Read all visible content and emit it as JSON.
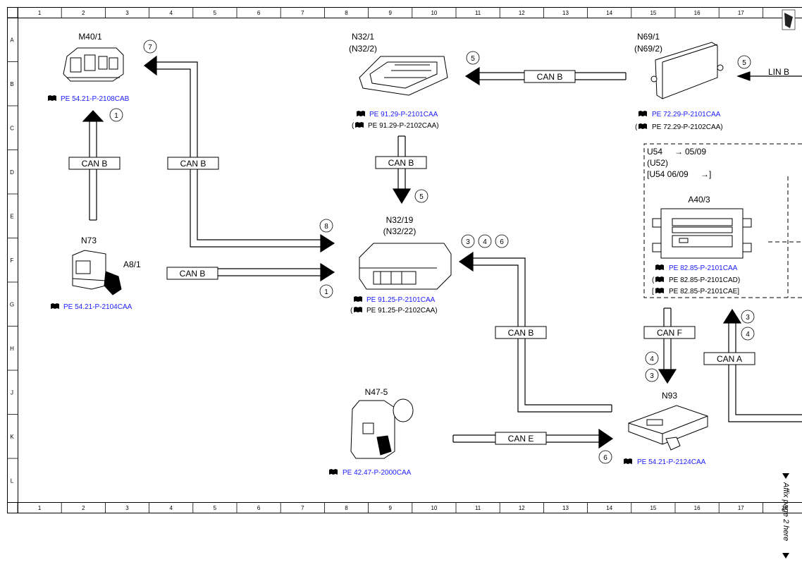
{
  "grid": {
    "columns": [
      "1",
      "2",
      "3",
      "4",
      "5",
      "6",
      "7",
      "8",
      "9",
      "10",
      "11",
      "12",
      "13",
      "14",
      "15",
      "16",
      "17",
      "18"
    ],
    "rows": [
      "A",
      "B",
      "C",
      "D",
      "E",
      "F",
      "G",
      "H",
      "J",
      "K",
      "L"
    ]
  },
  "components": {
    "m40_1": {
      "label": "M40/1",
      "ref": "PE 54.21-P-2108CAB"
    },
    "n73": {
      "label": "N73",
      "sub_label": "A8/1",
      "ref": "PE 54.21-P-2104CAA"
    },
    "n32_1": {
      "label": "N32/1",
      "label_alt": "(N32/2)",
      "ref": "PE 91.29-P-2101CAA",
      "ref_alt": "PE 91.29-P-2102CAA)"
    },
    "n69_1": {
      "label": "N69/1",
      "label_alt": "(N69/2)",
      "ref": "PE 72.29-P-2101CAA",
      "ref_alt": "PE 72.29-P-2102CAA)"
    },
    "n32_19": {
      "label": "N32/19",
      "label_alt": "(N32/22)",
      "ref": "PE 91.25-P-2101CAA",
      "ref_alt": "PE 91.25-P-2102CAA)"
    },
    "n47_5": {
      "label": "N47-5",
      "ref": "PE 42.47-P-2000CAA"
    },
    "a40_3": {
      "label": "A40/3",
      "variant_1": "U54",
      "variant_1_date": "05/09",
      "variant_2": "(U52)",
      "variant_3": "[U54  06/09",
      "ref": "PE 82.85-P-2101CAA",
      "ref_alt1": "PE 82.85-P-2101CAD)",
      "ref_alt2": "PE 82.85-P-2101CAE]"
    },
    "n93": {
      "label": "N93",
      "ref": "PE 54.21-P-2124CAA"
    }
  },
  "buses": {
    "can_b": "CAN B",
    "can_e": "CAN E",
    "can_f": "CAN F",
    "can_a": "CAN A",
    "lin_b": "LIN B"
  },
  "circled_numbers": [
    "1",
    "5",
    "7",
    "8",
    "3",
    "4",
    "6"
  ],
  "side_note": "Affix page 2 here",
  "colors": {
    "link": "#1a1aff",
    "line": "#000000",
    "background": "#ffffff"
  }
}
